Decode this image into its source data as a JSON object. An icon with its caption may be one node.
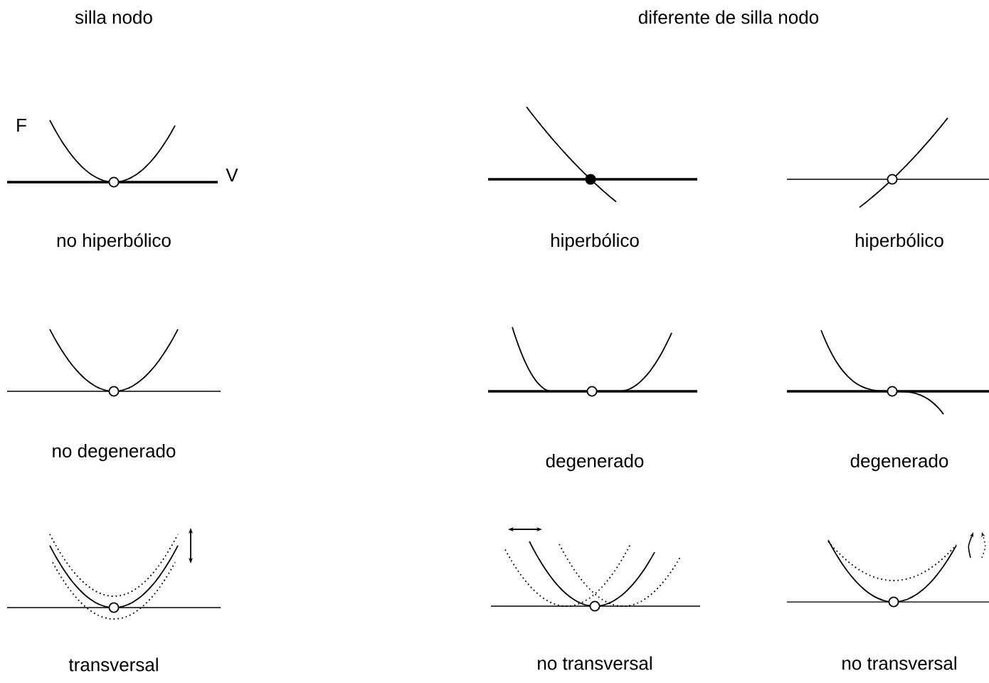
{
  "diagram": {
    "labels": [
      "silla nodo",
      "diferente de silla nodo",
      "F",
      "V",
      "no hiperbólico",
      "hiperbólico",
      "hiperbólico",
      "no degenerado",
      "degenerado",
      "degenerado",
      "transversal",
      "no transversal",
      "no transversal"
    ]
  }
}
